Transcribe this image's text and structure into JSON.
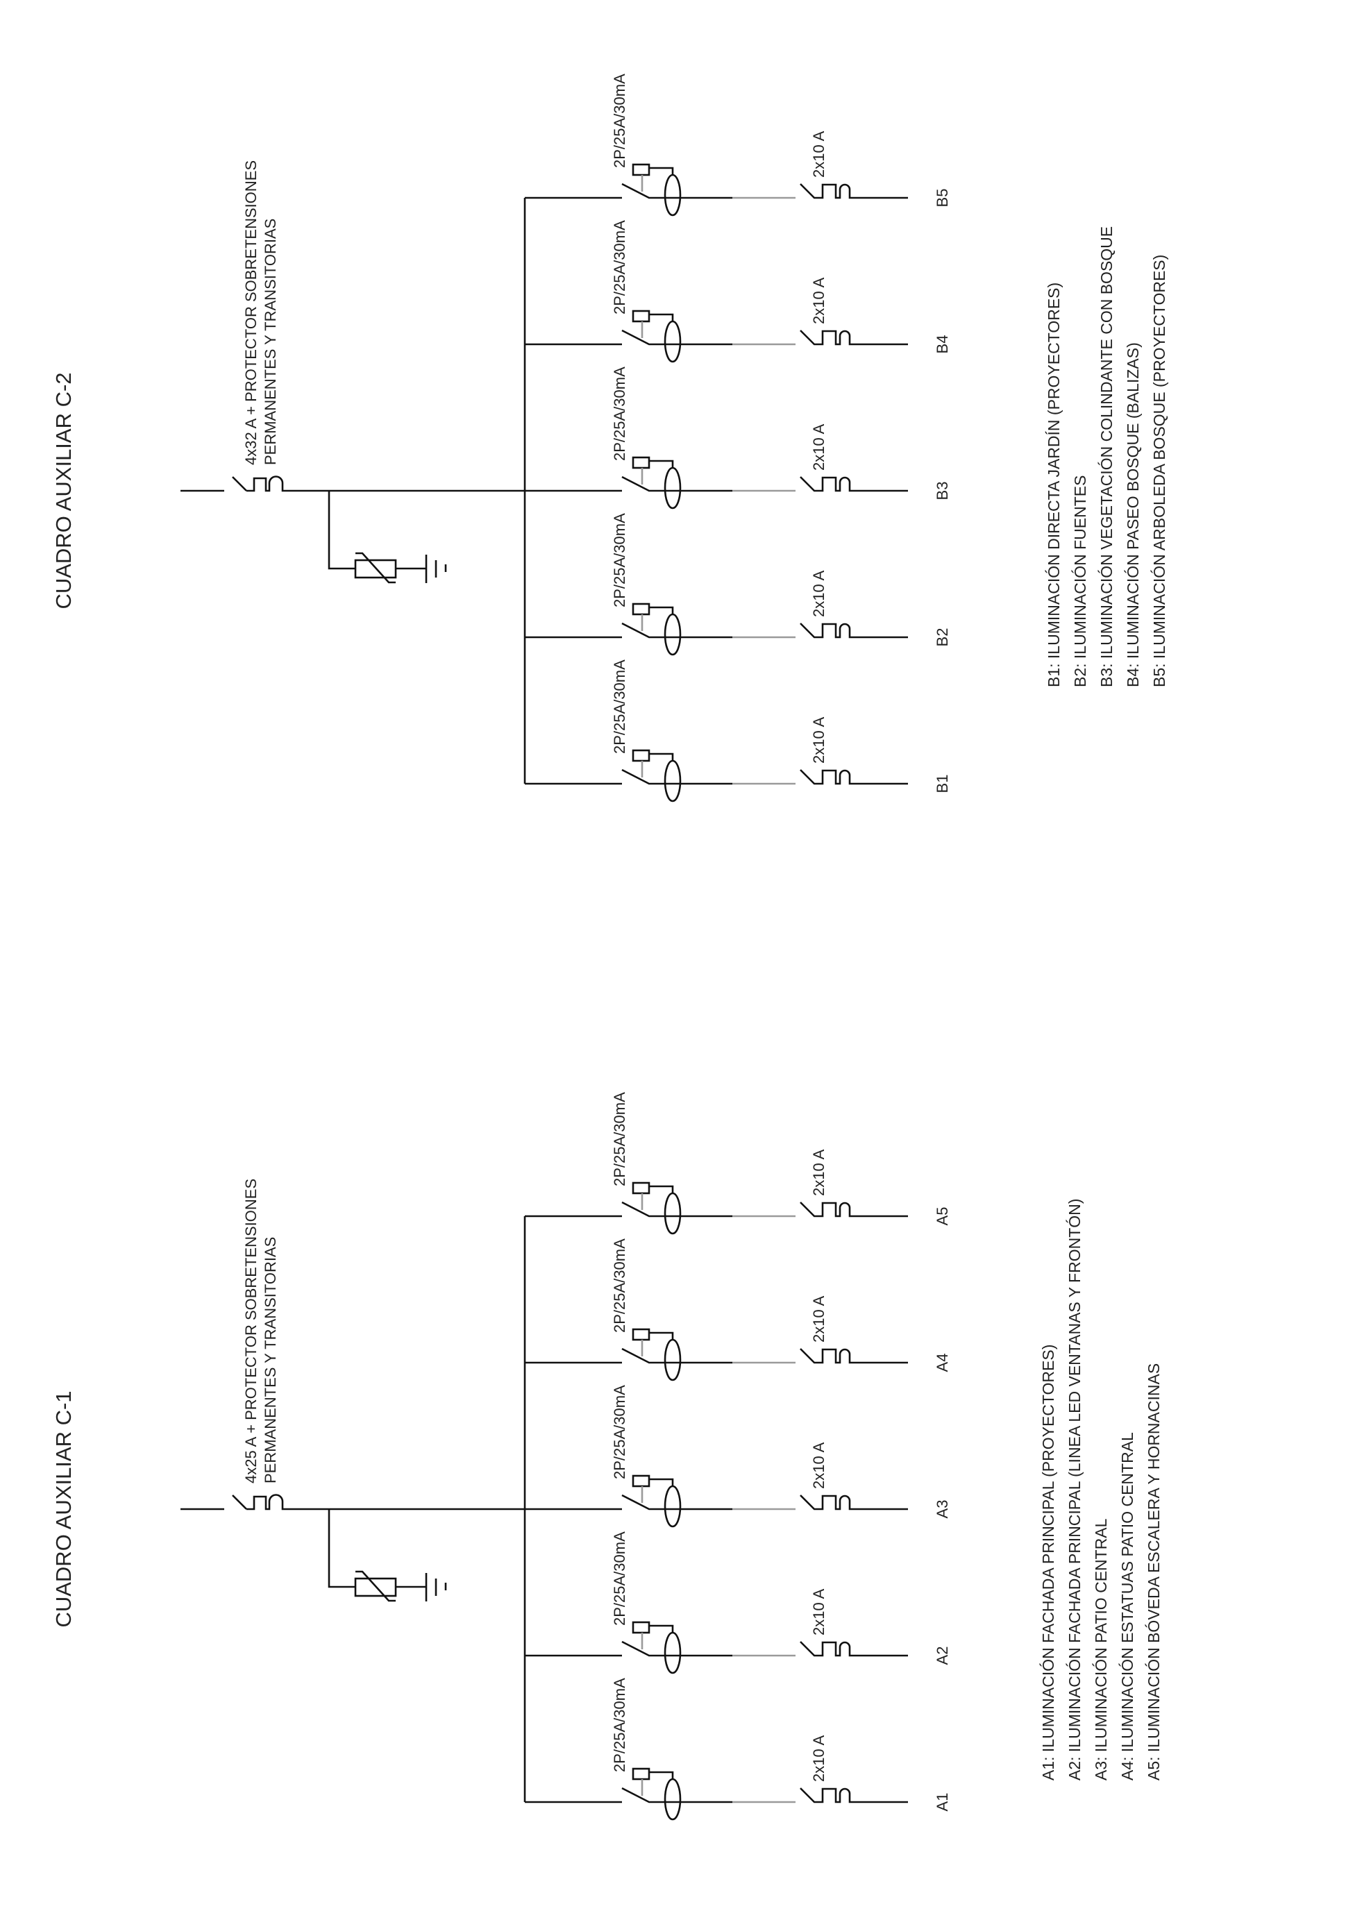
{
  "boards": [
    {
      "title": "CUADRO AUXILIAR C-2",
      "main_breaker_line1": "4x32 A + PROTECTOR SOBRETENSIONES",
      "main_breaker_line2": "PERMANENTES Y TRANSITORIAS",
      "circuits": [
        {
          "id": "B1",
          "rcd": "2P/25A/30mA",
          "breaker": "2x10 A",
          "legend": "B1: ILUMINACIÓN DIRECTA JARDÍN (PROYECTORES)"
        },
        {
          "id": "B2",
          "rcd": "2P/25A/30mA",
          "breaker": "2x10 A",
          "legend": "B2: ILUMINACIÓN FUENTES"
        },
        {
          "id": "B3",
          "rcd": "2P/25A/30mA",
          "breaker": "2x10 A",
          "legend": "B3: ILUMINACIÓN VEGETACIÓN COLINDANTE CON BOSQUE"
        },
        {
          "id": "B4",
          "rcd": "2P/25A/30mA",
          "breaker": "2x10 A",
          "legend": "B4: ILUMINACIÓN PASEO BOSQUE (BALIZAS)"
        },
        {
          "id": "B5",
          "rcd": "2P/25A/30mA",
          "breaker": "2x10 A",
          "legend": "B5: ILUMINACIÓN ARBOLEDA BOSQUE (PROYECTORES)"
        }
      ]
    },
    {
      "title": "CUADRO AUXILIAR C-1",
      "main_breaker_line1": "4x25 A + PROTECTOR SOBRETENSIONES",
      "main_breaker_line2": "PERMANENTES Y TRANSITORIAS",
      "circuits": [
        {
          "id": "A1",
          "rcd": "2P/25A/30mA",
          "breaker": "2x10 A",
          "legend": "A1: ILUMINACIÓN FACHADA PRINCIPAL (PROYECTORES)"
        },
        {
          "id": "A2",
          "rcd": "2P/25A/30mA",
          "breaker": "2x10 A",
          "legend": "A2: ILUMINACIÓN FACHADA PRINCIPAL (LINEA LED VENTANAS Y FRONTÓN)"
        },
        {
          "id": "A3",
          "rcd": "2P/25A/30mA",
          "breaker": "2x10 A",
          "legend": "A3: ILUMINACIÓN PATIO CENTRAL"
        },
        {
          "id": "A4",
          "rcd": "2P/25A/30mA",
          "breaker": "2x10 A",
          "legend": "A4: ILUMINACIÓN ESTATUAS PATIO CENTRAL"
        },
        {
          "id": "A5",
          "rcd": "2P/25A/30mA",
          "breaker": "2x10 A",
          "legend": "A5: ILUMINACIÓN BÓVEDA ESCALERA Y HORNACINAS"
        }
      ]
    }
  ]
}
